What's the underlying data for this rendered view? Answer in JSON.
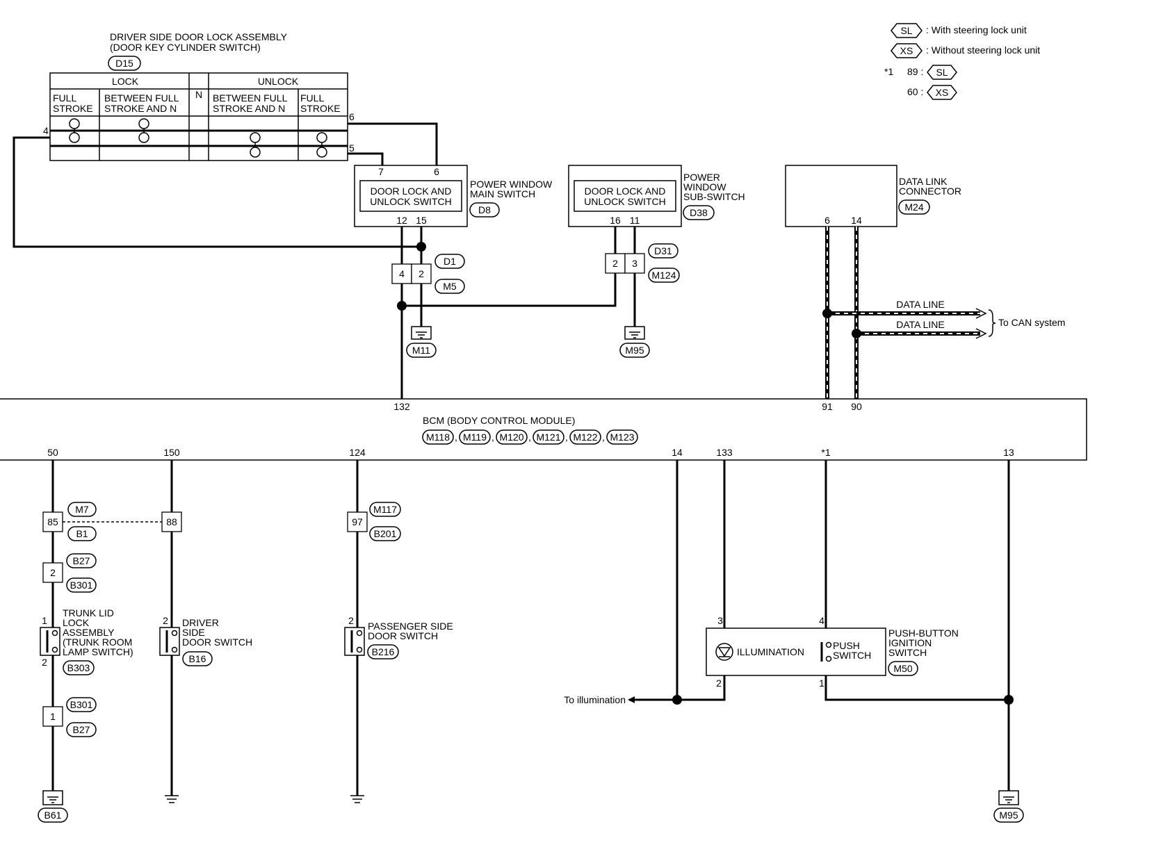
{
  "legend": {
    "sl_tag": "SL",
    "sl_text": ": With steering lock unit",
    "xs_tag": "XS",
    "xs_text": ": Without steering lock unit",
    "note_star": "*1",
    "note_sl_pin": "89 :",
    "note_xs_pin": "60 :"
  },
  "door_lock_assembly": {
    "title_line1": "DRIVER SIDE DOOR LOCK ASSEMBLY",
    "title_line2": "(DOOR KEY CYLINDER SWITCH)",
    "connector": "D15",
    "header_lock": "LOCK",
    "header_n": "N",
    "header_unlock": "UNLOCK",
    "col_full_stroke_l1": "FULL",
    "col_full_stroke_l2": "STROKE",
    "col_between_l1": "BETWEEN FULL",
    "col_between_l2": "STROKE AND N",
    "pin_4": "4",
    "pin_5": "5",
    "pin_6": "6"
  },
  "main_switch": {
    "inner_l1": "DOOR LOCK AND",
    "inner_l2": "UNLOCK SWITCH",
    "label_l1": "POWER WINDOW",
    "label_l2": "MAIN SWITCH",
    "connector": "D8",
    "pin_7": "7",
    "pin_6": "6",
    "pin_12": "12",
    "pin_15": "15"
  },
  "sub_switch": {
    "inner_l1": "DOOR LOCK AND",
    "inner_l2": "UNLOCK SWITCH",
    "label_l1": "POWER",
    "label_l2": "WINDOW",
    "label_l3": "SUB-SWITCH",
    "connector": "D38",
    "pin_16": "16",
    "pin_11": "11"
  },
  "data_link": {
    "label_l1": "DATA LINK",
    "label_l2": "CONNECTOR",
    "connector": "M24",
    "pin_6": "6",
    "pin_14": "14",
    "data_line_1": "DATA LINE",
    "data_line_2": "DATA LINE",
    "to_can": "To CAN system"
  },
  "junctions": {
    "d1": "D1",
    "m5": "M5",
    "d1_pin4": "4",
    "d1_pin2": "2",
    "d31": "D31",
    "m124": "M124",
    "d31_pin2": "2",
    "d31_pin3": "3",
    "m11": "M11",
    "m95_top": "M95"
  },
  "bcm": {
    "title": "BCM (BODY CONTROL MODULE)",
    "connectors": [
      "M118",
      "M119",
      "M120",
      "M121",
      "M122",
      "M123"
    ],
    "sep": ",",
    "pin_132": "132",
    "pin_91": "91",
    "pin_90": "90",
    "pin_50": "50",
    "pin_150": "150",
    "pin_124": "124",
    "pin_14": "14",
    "pin_133": "133",
    "pin_star1": "*1",
    "pin_13": "13"
  },
  "trunk": {
    "m7": "M7",
    "b1": "B1",
    "pin_85": "85",
    "pin_88": "88",
    "b27_a": "B27",
    "b301_a": "B301",
    "pin_2": "2",
    "label_l1": "TRUNK LID",
    "label_l2": "LOCK",
    "label_l3": "ASSEMBLY",
    "label_l4": "(TRUNK ROOM",
    "label_l5": "LAMP SWITCH)",
    "sw_pin_1": "1",
    "sw_pin_2": "2",
    "connector": "B303",
    "b301_b": "B301",
    "pin_1": "1",
    "b27_b": "B27",
    "ground": "B61"
  },
  "driver_door_switch": {
    "label_l1": "DRIVER",
    "label_l2": "SIDE",
    "label_l3": "DOOR SWITCH",
    "pin_2": "2",
    "connector": "B16"
  },
  "passenger_door_switch": {
    "m117": "M117",
    "b201": "B201",
    "pin_97": "97",
    "label_l1": "PASSENGER SIDE",
    "label_l2": "DOOR SWITCH",
    "pin_2": "2",
    "connector": "B216"
  },
  "ignition_switch": {
    "illumination": "ILLUMINATION",
    "push_l1": "PUSH",
    "push_l2": "SWITCH",
    "label_l1": "PUSH-BUTTON",
    "label_l2": "IGNITION",
    "label_l3": "SWITCH",
    "connector": "M50",
    "pin_3": "3",
    "pin_4": "4",
    "pin_2": "2",
    "pin_1": "1",
    "to_illumination": "To illumination",
    "ground": "M95"
  }
}
